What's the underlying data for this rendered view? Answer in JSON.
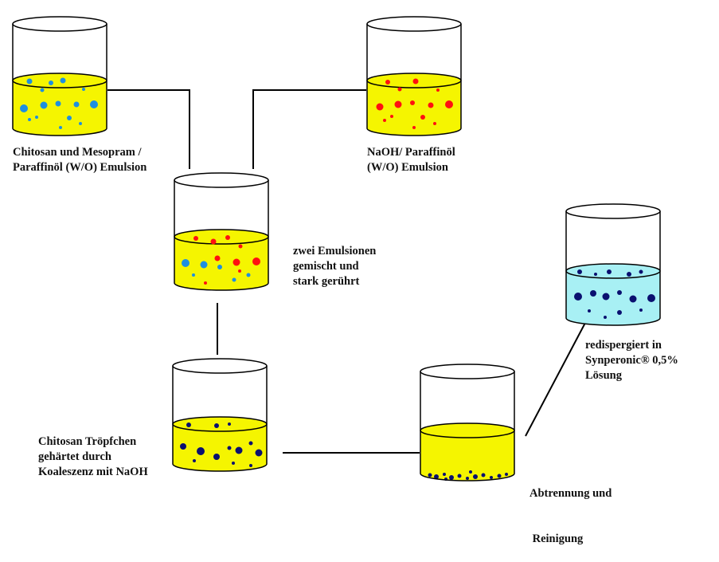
{
  "colors": {
    "yellow_liquid": "#f5f500",
    "cyan_liquid": "#a8f0f4",
    "blue_droplet": "#1e8fe0",
    "red_droplet": "#ff1010",
    "navy_droplet": "#0a1070",
    "connector": "#000000"
  },
  "labels": {
    "beaker1": [
      "Chitosan und Mesopram /",
      "Paraffinöl (W/O) Emulsion"
    ],
    "beaker2": [
      "NaOH/ Paraffinöl",
      "(W/O) Emulsion"
    ],
    "beaker3": [
      "zwei Emulsionen",
      "gemischt und",
      "stark gerührt"
    ],
    "beaker4": [
      "Chitosan Tröpfchen",
      "gehärtet durch",
      "Koaleszenz mit NaOH"
    ],
    "beaker5": [
      "Abtrennung und",
      " Reinigung"
    ],
    "beaker6": [
      "redispergiert in",
      "Synperonic® 0,5%",
      "Lösung"
    ]
  }
}
